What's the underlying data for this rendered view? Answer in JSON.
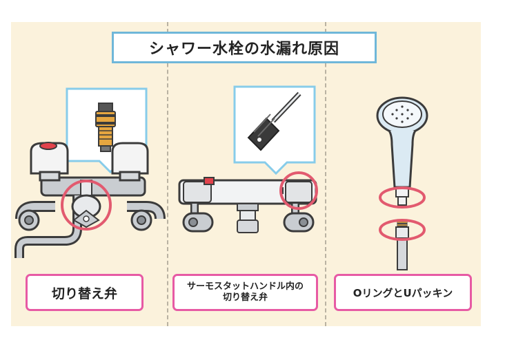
{
  "title": "シャワー水栓の水漏れ原因",
  "causes": [
    {
      "label_lines": [
        "切り替え弁"
      ],
      "icon": "two-handle-faucet-switch-valve"
    },
    {
      "label_lines": [
        "サーモスタットハンドル内の",
        "切り替え弁"
      ],
      "icon": "thermostat-faucet-handle-valve"
    },
    {
      "label_lines": [
        "OリングとUパッキン"
      ],
      "icon": "shower-head-o-ring-u-packing"
    }
  ],
  "colors": {
    "panel_bg": "#fbf2dc",
    "title_border": "#6fb7d9",
    "label_border": "#e75aa4",
    "highlight_circle": "#e25a6f",
    "zoom_bubble_border": "#87ccea",
    "metal": "#c9cdd1",
    "outline": "#3b3b3b"
  }
}
